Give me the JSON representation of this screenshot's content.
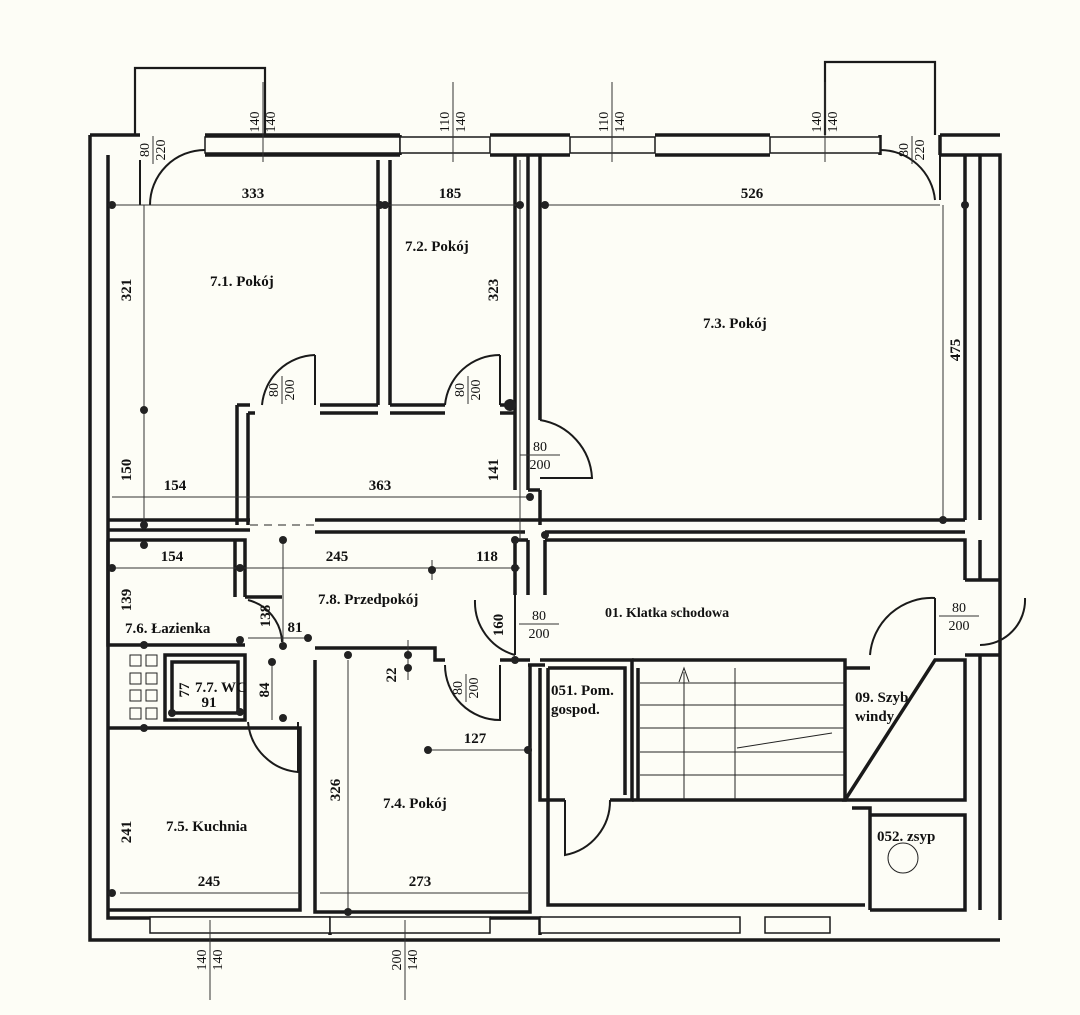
{
  "rooms": {
    "r71": "7.1. Pokój",
    "r72": "7.2. Pokój",
    "r73": "7.3. Pokój",
    "r74": "7.4. Pokój",
    "r75": "7.5. Kuchnia",
    "r76": "7.6. Łazienka",
    "r77": "7.7. WC",
    "r78": "7.8. Przedpokój",
    "r01": "01. Klatka schodowa",
    "r051a": "051. Pom.",
    "r051b": "gospod.",
    "r09a": "09. Szyb",
    "r09b": "windy",
    "r052": "052. zsyp"
  },
  "dimensions": {
    "d333": "333",
    "d185": "185",
    "d526": "526",
    "d321": "321",
    "d323": "323",
    "d475": "475",
    "d150": "150",
    "d154a": "154",
    "d363": "363",
    "d141": "141",
    "d154b": "154",
    "d245a": "245",
    "d118": "118",
    "d139": "139",
    "d138": "138",
    "d81": "81",
    "d160": "160",
    "d22": "22",
    "d77": "77",
    "d91": "91",
    "d84": "84",
    "d127": "127",
    "d326": "326",
    "d241": "241",
    "d245b": "245",
    "d273": "273"
  },
  "openings": {
    "top1": [
      "80",
      "220"
    ],
    "top2": [
      "140",
      "140"
    ],
    "top3": [
      "110",
      "140"
    ],
    "top4": [
      "110",
      "140"
    ],
    "top5": [
      "140",
      "140"
    ],
    "top6": [
      "80",
      "220"
    ],
    "bot1": [
      "140",
      "140"
    ],
    "bot2": [
      "200",
      "140"
    ],
    "door71": [
      "80",
      "200"
    ],
    "door72": [
      "80",
      "200"
    ],
    "door73": [
      "80",
      "200"
    ],
    "doorEntry": [
      "80",
      "200"
    ],
    "door74": [
      "80",
      "200"
    ],
    "door09": [
      "80",
      "200"
    ]
  }
}
